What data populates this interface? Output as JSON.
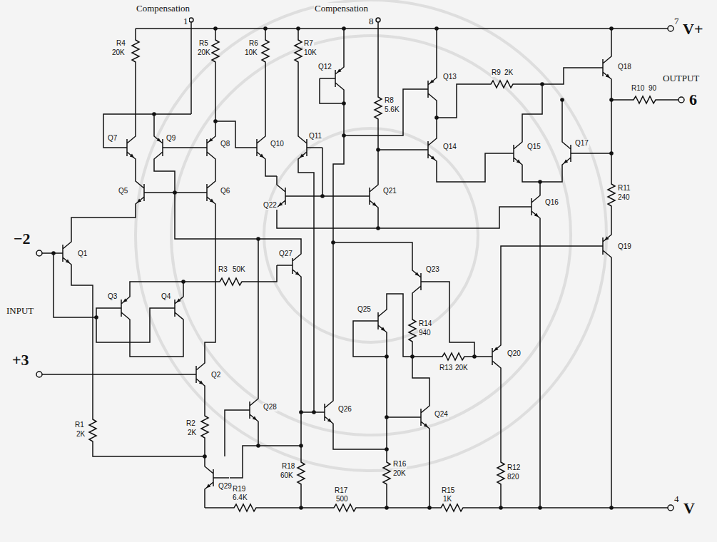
{
  "diagram": {
    "labels": [
      "Compensation",
      "1",
      "Compensation",
      "8",
      "7",
      "V+",
      "OUTPUT",
      "6",
      "−2",
      "INPUT",
      "+3",
      "4",
      "V",
      "R4",
      "20K",
      "R5",
      "20K",
      "R6",
      "10K",
      "R7",
      "10K",
      "R8",
      "5.6K",
      "R9",
      "2K",
      "R10",
      "90",
      "R11",
      "240",
      "R3",
      "50K",
      "R14",
      "940",
      "R13",
      "20K",
      "R1",
      "2K",
      "R2",
      "2K",
      "R12",
      "820",
      "R19",
      "6.4K",
      "R18",
      "60K",
      "R17",
      "500",
      "R16",
      "20K",
      "R15",
      "1K",
      "Q1",
      "Q2",
      "Q3",
      "Q4",
      "Q5",
      "Q6",
      "Q7",
      "Q8",
      "Q9",
      "Q10",
      "Q11",
      "Q12",
      "Q13",
      "Q14",
      "Q15",
      "Q16",
      "Q17",
      "Q18",
      "Q19",
      "Q20",
      "Q21",
      "Q22",
      "Q23",
      "Q24",
      "Q25",
      "Q26",
      "Q27",
      "Q28",
      "Q29"
    ]
  }
}
